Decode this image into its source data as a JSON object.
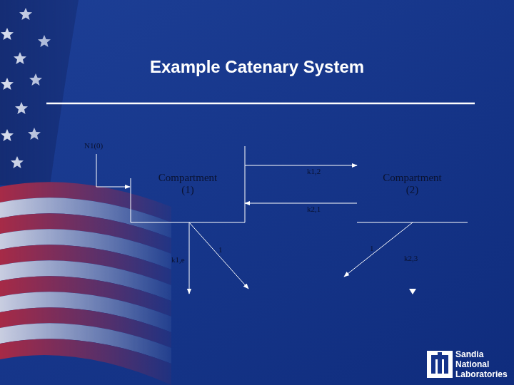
{
  "diagram": {
    "title": "Example Catenary System",
    "nodes": [
      {
        "text": [
          "Compartment (1)"
        ]
      },
      {
        "text": [
          "Compartment (2)"
        ]
      }
    ],
    "edges": [
      {
        "from": 0,
        "to": 1,
        "arrow": "to",
        "label": "k1,2"
      },
      {
        "from": 1,
        "to": 0,
        "arrow": "to",
        "label": "k2,1"
      }
    ],
    "labels": [
      "N1(0)",
      "k1,e",
      "1",
      "1",
      "k2,3",
      "Sandia National Laboratories"
    ]
  }
}
